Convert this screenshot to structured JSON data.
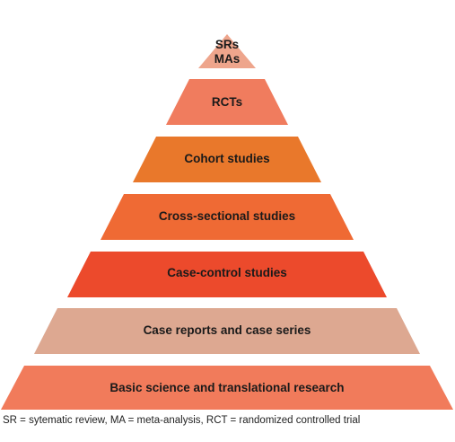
{
  "pyramid": {
    "tiers": [
      {
        "lines": [
          "SRs",
          "MAs"
        ],
        "color": "#eea58c"
      },
      {
        "lines": [
          "RCTs"
        ],
        "color": "#f07c5e"
      },
      {
        "lines": [
          "Cohort studies"
        ],
        "color": "#e9782b"
      },
      {
        "lines": [
          "Cross-sectional studies"
        ],
        "color": "#ef6a34"
      },
      {
        "lines": [
          "Case-control studies"
        ],
        "color": "#ec4a2c"
      },
      {
        "lines": [
          "Case reports and case series"
        ],
        "color": "#dda891"
      },
      {
        "lines": [
          "Basic science and translational research"
        ],
        "color": "#f17b5b"
      }
    ]
  },
  "footnote": "SR = sytematic review, MA = meta-analysis, RCT = randomized controlled trial"
}
